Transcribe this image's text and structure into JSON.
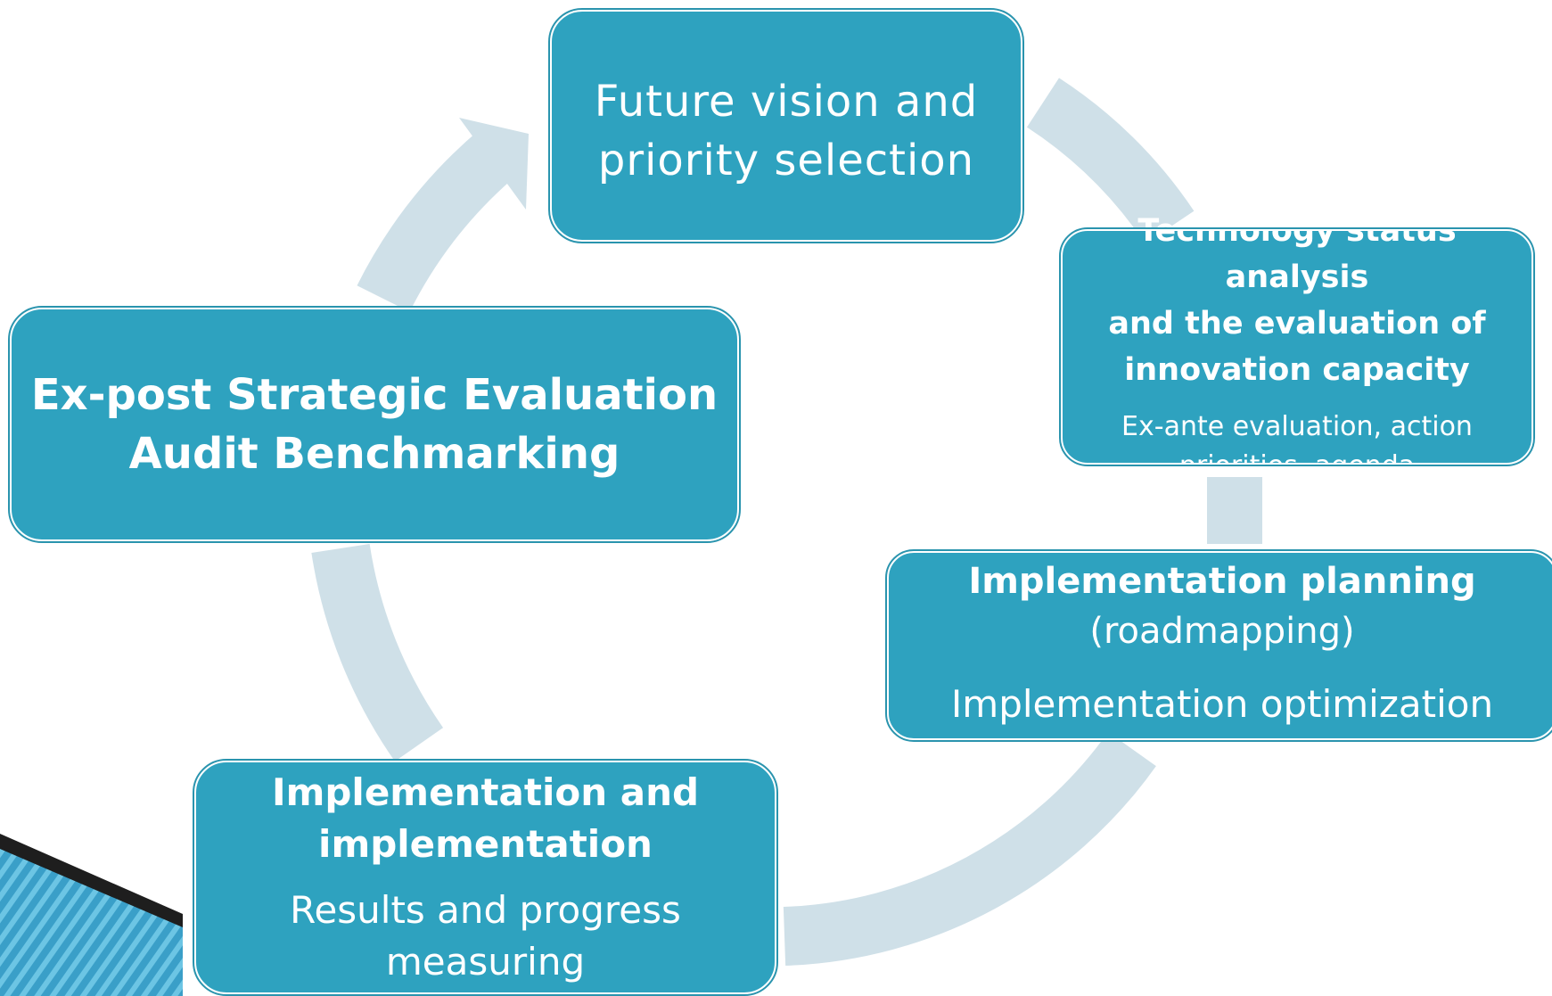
{
  "diagram": {
    "nodes": {
      "vision": {
        "line1": "Future vision and",
        "line2": "priority selection"
      },
      "tech": {
        "line1": "Technology status analysis",
        "line2": "and the evaluation of",
        "line3": "innovation capacity",
        "sub1": "Ex-ante evaluation, action",
        "sub2": "priorities, agenda"
      },
      "eval": {
        "line1": "Ex-post Strategic Evaluation",
        "line2": "Audit Benchmarking"
      },
      "plan": {
        "line1": "Implementation planning",
        "line2": "(roadmapping)",
        "line3": "Implementation optimization"
      },
      "impl": {
        "line1": "Implementation and",
        "line2": "implementation",
        "sub1": "Results and progress",
        "sub2": "measuring"
      }
    },
    "colors": {
      "node_fill": "#2ea2bf",
      "node_border": "#2a94ae",
      "cycle_arrow": "#cfe0e8",
      "text": "#ffffff",
      "corner_accent": "#1e1e1e",
      "corner_stripes": "#4bb2d6"
    }
  }
}
